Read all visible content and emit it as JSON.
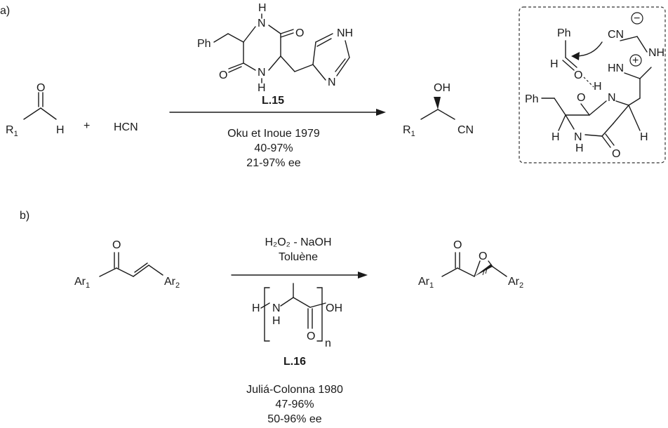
{
  "panel_a": {
    "label": "a)",
    "aldehyde_O": "O",
    "aldehyde_R": "R",
    "aldehyde_R_sub": "1",
    "aldehyde_H": "H",
    "plus": "+",
    "reagent": "HCN",
    "catalyst": {
      "ph": "Ph",
      "nh_top": "H",
      "n_top": "N",
      "o_right": "O",
      "o_left": "O",
      "n_bottom": "N",
      "nh_bottom": "H",
      "im_nh": "NH",
      "im_n": "N",
      "name": "L.15"
    },
    "conditions": [
      "Oku et Inoue 1979",
      "40-97%",
      "21-97% ee"
    ],
    "product": {
      "oh": "OH",
      "r": "R",
      "r_sub": "1",
      "cn": "CN"
    },
    "mechanism": {
      "ph_top": "Ph",
      "h": "H",
      "o": "O",
      "cn": "CN",
      "nh_im": "NH",
      "hn_im": "HN",
      "plus": "+",
      "minus": "−",
      "ph_left": "Ph",
      "o_ring": "O",
      "n_ring": "N",
      "h_nh": "H",
      "h_left": "H",
      "n_bottom": "N",
      "h_bottom": "H",
      "o_bottom": "O",
      "h_right": "H"
    }
  },
  "panel_b": {
    "label": "b)",
    "enone": {
      "o": "O",
      "ar1": "Ar",
      "ar1_sub": "1",
      "ar2": "Ar",
      "ar2_sub": "2"
    },
    "reagents_top": "H₂O₂ - NaOH",
    "solvent": "Toluène",
    "catalyst": {
      "h": "H",
      "n": "N",
      "nh_h": "H",
      "oh": "OH",
      "o": "O",
      "n_repeat": "n",
      "name": "L.16"
    },
    "conditions": [
      "Juliá-Colonna 1980",
      "47-96%",
      "50-96% ee"
    ],
    "product": {
      "o_ketone": "O",
      "o_epoxide": "O",
      "ar1": "Ar",
      "ar1_sub": "1",
      "ar2": "Ar",
      "ar2_sub": "2"
    }
  }
}
